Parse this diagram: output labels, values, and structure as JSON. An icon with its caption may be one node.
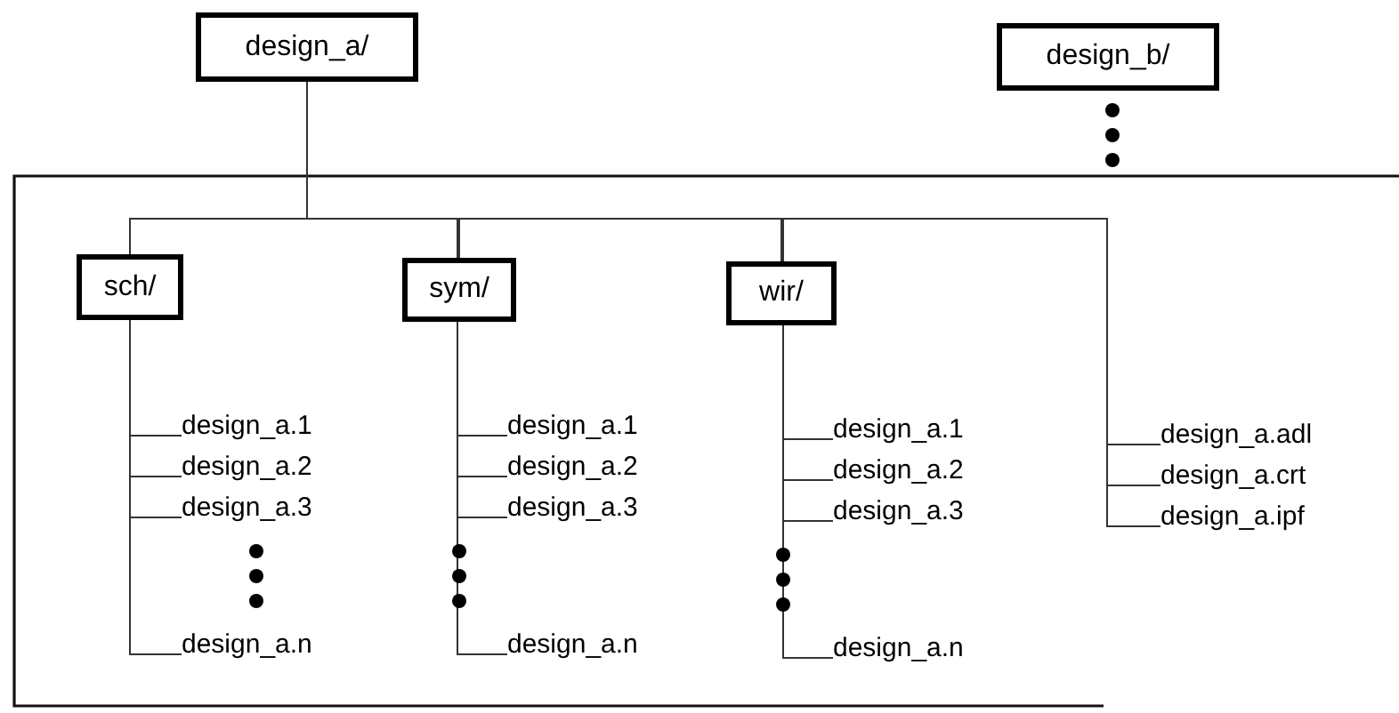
{
  "diagram": {
    "nodes": [
      {
        "text": [
          "design_a/"
        ]
      },
      {
        "text": [
          "design_b/"
        ]
      },
      {
        "text": [
          "sch/"
        ]
      },
      {
        "text": [
          "design_a.1"
        ]
      },
      {
        "text": [
          "design_a.2"
        ]
      },
      {
        "text": [
          "design_a.3"
        ]
      },
      {
        "text": [
          "design_a.n"
        ]
      },
      {
        "text": [
          "sym/"
        ]
      },
      {
        "text": [
          "design_a.1"
        ]
      },
      {
        "text": [
          "design_a.2"
        ]
      },
      {
        "text": [
          "design_a.3"
        ]
      },
      {
        "text": [
          "design_a.n"
        ]
      },
      {
        "text": [
          "wir/"
        ]
      },
      {
        "text": [
          "design_a.1"
        ]
      },
      {
        "text": [
          "design_a.2"
        ]
      },
      {
        "text": [
          "design_a.3"
        ]
      },
      {
        "text": [
          "design_a.n"
        ]
      },
      {
        "text": [
          "design_a.adl"
        ]
      },
      {
        "text": [
          "design_a.crt"
        ]
      },
      {
        "text": [
          "design_a.ipf"
        ]
      }
    ],
    "edges": [
      {
        "from": 0,
        "to": 2,
        "arrow": "none"
      },
      {
        "from": 0,
        "to": 7,
        "arrow": "none"
      },
      {
        "from": 0,
        "to": 12,
        "arrow": "none"
      },
      {
        "from": 0,
        "to": 17,
        "arrow": "none"
      },
      {
        "from": 0,
        "to": 18,
        "arrow": "none"
      },
      {
        "from": 0,
        "to": 19,
        "arrow": "none"
      },
      {
        "from": 2,
        "to": 3,
        "arrow": "none"
      },
      {
        "from": 2,
        "to": 4,
        "arrow": "none"
      },
      {
        "from": 2,
        "to": 5,
        "arrow": "none"
      },
      {
        "from": 2,
        "to": 6,
        "arrow": "none"
      },
      {
        "from": 7,
        "to": 8,
        "arrow": "none"
      },
      {
        "from": 7,
        "to": 9,
        "arrow": "none"
      },
      {
        "from": 7,
        "to": 10,
        "arrow": "none"
      },
      {
        "from": 7,
        "to": 11,
        "arrow": "none"
      },
      {
        "from": 12,
        "to": 13,
        "arrow": "none"
      },
      {
        "from": 12,
        "to": 14,
        "arrow": "none"
      },
      {
        "from": 12,
        "to": 15,
        "arrow": "none"
      },
      {
        "from": 12,
        "to": 16,
        "arrow": "none"
      }
    ]
  }
}
